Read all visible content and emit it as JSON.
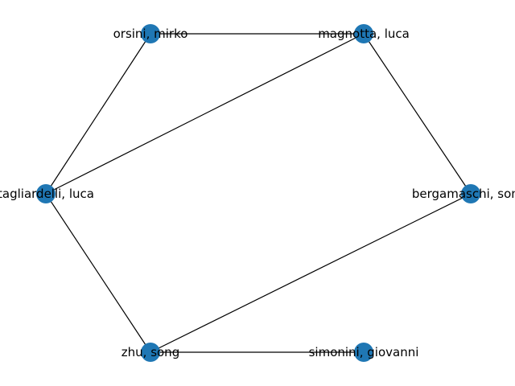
{
  "graph": {
    "node_color": "#1f77b4",
    "edge_color": "#000000",
    "nodes": [
      {
        "id": "orsini",
        "label": "orsini, mirko"
      },
      {
        "id": "magnotta",
        "label": "magnotta, luca"
      },
      {
        "id": "tagliardelli",
        "label": "tagliardelli, luca"
      },
      {
        "id": "bergamaschi",
        "label": "bergamaschi, sonia"
      },
      {
        "id": "zhu",
        "label": "zhu, song"
      },
      {
        "id": "simonini",
        "label": "simonini, giovanni"
      }
    ],
    "edges": [
      {
        "source": "orsini",
        "target": "magnotta"
      },
      {
        "source": "orsini",
        "target": "tagliardelli"
      },
      {
        "source": "magnotta",
        "target": "tagliardelli"
      },
      {
        "source": "magnotta",
        "target": "bergamaschi"
      },
      {
        "source": "tagliardelli",
        "target": "zhu"
      },
      {
        "source": "bergamaschi",
        "target": "zhu"
      },
      {
        "source": "zhu",
        "target": "simonini"
      }
    ]
  }
}
